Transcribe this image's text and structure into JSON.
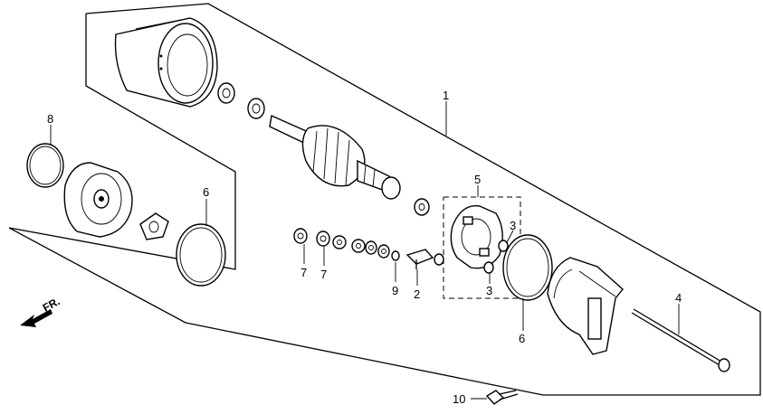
{
  "direction_label": "FR.",
  "callouts": [
    {
      "id": "c1",
      "text": "1"
    },
    {
      "id": "c2",
      "text": "2"
    },
    {
      "id": "c3a",
      "text": "3"
    },
    {
      "id": "c3b",
      "text": "3"
    },
    {
      "id": "c4",
      "text": "4"
    },
    {
      "id": "c5",
      "text": "5"
    },
    {
      "id": "c6a",
      "text": "6"
    },
    {
      "id": "c6b",
      "text": "6"
    },
    {
      "id": "c7a",
      "text": "7"
    },
    {
      "id": "c7b",
      "text": "7"
    },
    {
      "id": "c8",
      "text": "8"
    },
    {
      "id": "c9",
      "text": "9"
    },
    {
      "id": "c10",
      "text": "10"
    }
  ]
}
